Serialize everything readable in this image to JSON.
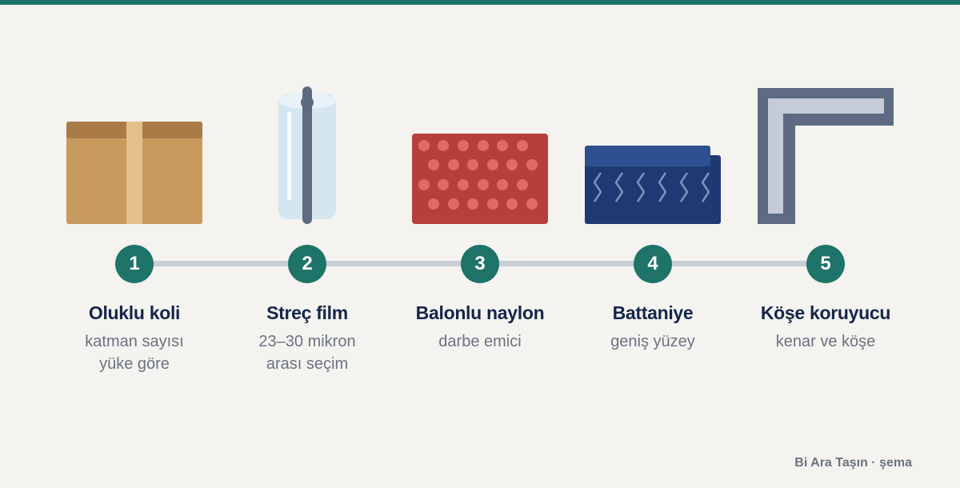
{
  "steps": [
    {
      "number": "1",
      "title": "Oluklu koli",
      "desc_lines": [
        "katman sayısı",
        "yüke göre"
      ],
      "icon": "cardboard-box-icon"
    },
    {
      "number": "2",
      "title": "Streç film",
      "desc_lines": [
        "23–30 mikron",
        "arası seçim"
      ],
      "icon": "stretch-film-roll-icon"
    },
    {
      "number": "3",
      "title": "Balonlu naylon",
      "desc_lines": [
        "darbe emici"
      ],
      "icon": "bubble-wrap-icon"
    },
    {
      "number": "4",
      "title": "Battaniye",
      "desc_lines": [
        "geniş yüzey"
      ],
      "icon": "moving-blanket-icon"
    },
    {
      "number": "5",
      "title": "Köşe koruyucu",
      "desc_lines": [
        "kenar ve köşe"
      ],
      "icon": "corner-protector-icon"
    }
  ],
  "footer": "Bi Ara Taşın · şema",
  "colors": {
    "accent": "#1e7468",
    "title": "#14264a",
    "text_muted": "#6b7382",
    "connector": "#c8cdd6",
    "background": "#f4f3ef"
  }
}
